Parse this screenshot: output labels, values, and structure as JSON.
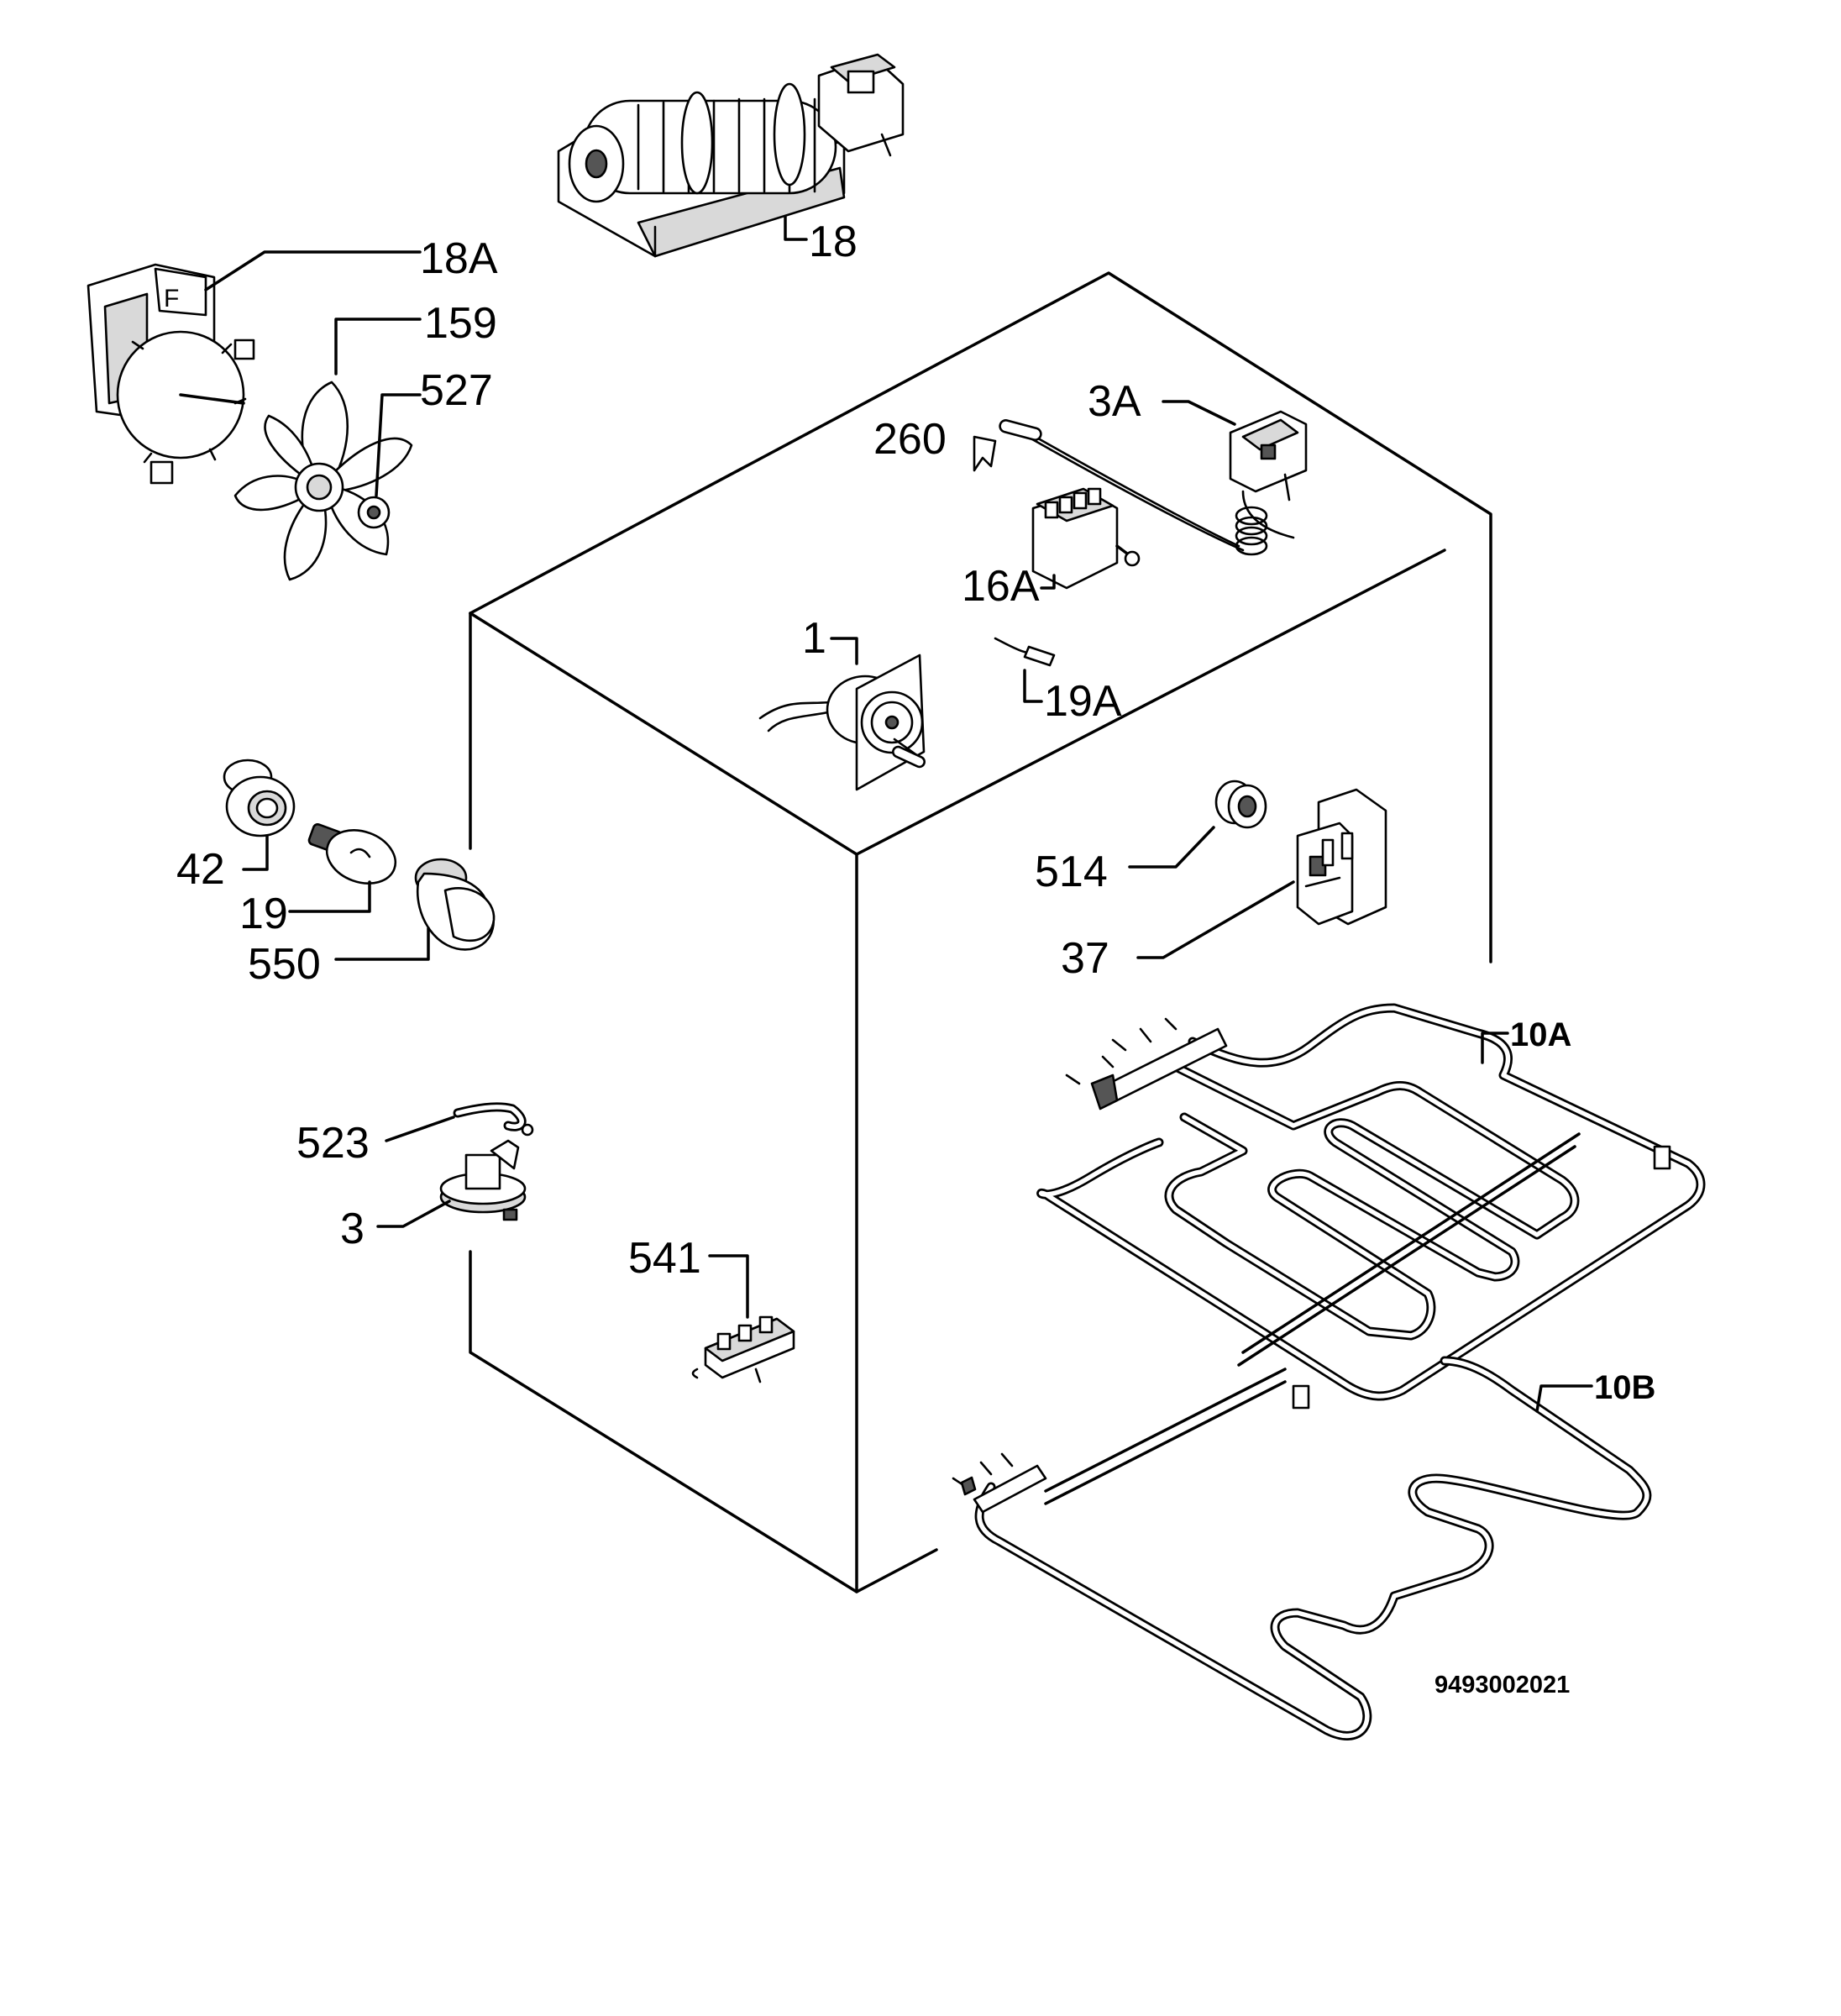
{
  "labels": {
    "p18": "18",
    "p18A": "18A",
    "p159": "159",
    "p527": "527",
    "p3A": "3A",
    "p260": "260",
    "p16A": "16A",
    "p1": "1",
    "p19A": "19A",
    "p42": "42",
    "p19": "19",
    "p550": "550",
    "p514": "514",
    "p37": "37",
    "p10A": "10A",
    "p10B": "10B",
    "p523": "523",
    "p3": "3",
    "p541": "541"
  },
  "drawing_code": "9493002021"
}
